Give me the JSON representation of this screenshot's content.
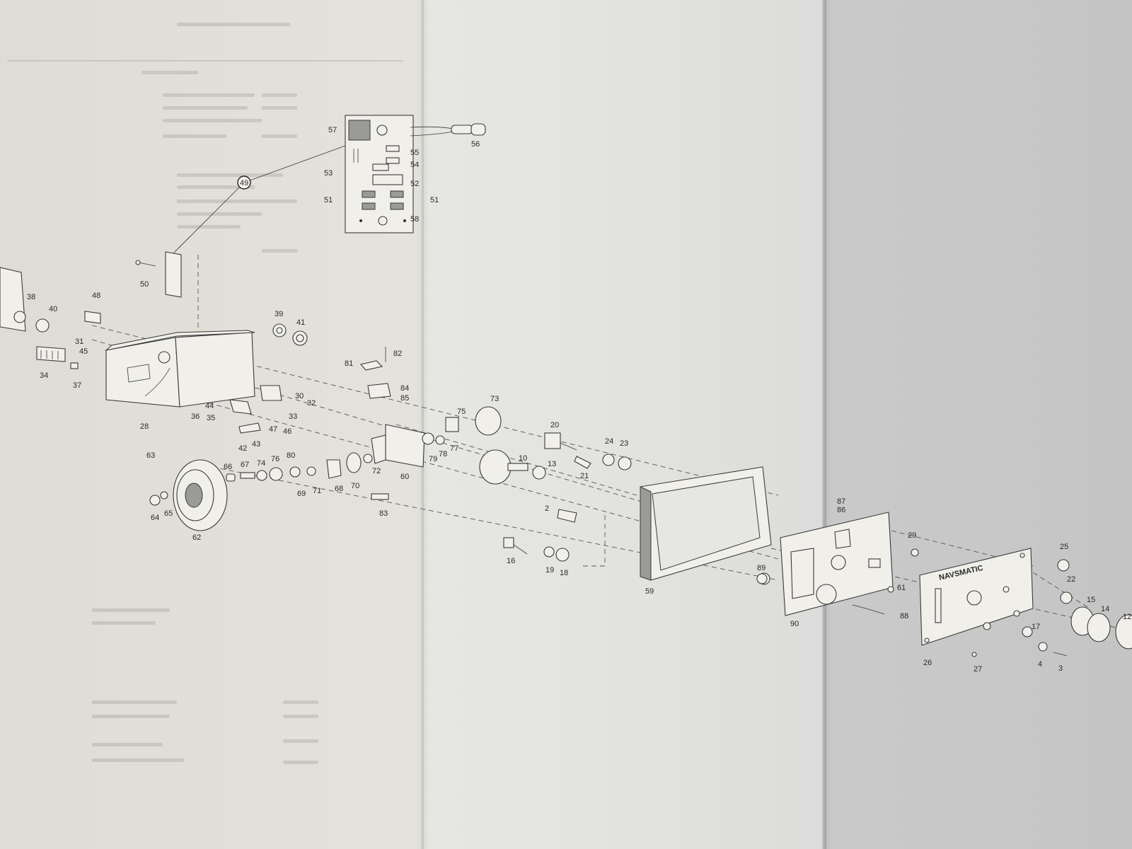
{
  "panel": {
    "brand": "NAVSMATIC"
  },
  "callouts": [
    {
      "id": "c57",
      "text": "57"
    },
    {
      "id": "c56",
      "text": "56"
    },
    {
      "id": "c55",
      "text": "55"
    },
    {
      "id": "c54",
      "text": "54"
    },
    {
      "id": "c53",
      "text": "53"
    },
    {
      "id": "c52",
      "text": "52"
    },
    {
      "id": "c51a",
      "text": "51"
    },
    {
      "id": "c51b",
      "text": "51"
    },
    {
      "id": "c58",
      "text": "58"
    },
    {
      "id": "c49",
      "text": "49"
    },
    {
      "id": "c50",
      "text": "50"
    },
    {
      "id": "c38",
      "text": "38"
    },
    {
      "id": "c40",
      "text": "40"
    },
    {
      "id": "c48",
      "text": "48"
    },
    {
      "id": "c39",
      "text": "39"
    },
    {
      "id": "c41",
      "text": "41"
    },
    {
      "id": "c31",
      "text": "31"
    },
    {
      "id": "c45",
      "text": "45"
    },
    {
      "id": "c34",
      "text": "34"
    },
    {
      "id": "c37",
      "text": "37"
    },
    {
      "id": "c82",
      "text": "82"
    },
    {
      "id": "c81",
      "text": "81"
    },
    {
      "id": "c84",
      "text": "84"
    },
    {
      "id": "c85",
      "text": "85"
    },
    {
      "id": "c30",
      "text": "30"
    },
    {
      "id": "c32",
      "text": "32"
    },
    {
      "id": "c44",
      "text": "44"
    },
    {
      "id": "c36",
      "text": "36"
    },
    {
      "id": "c35",
      "text": "35"
    },
    {
      "id": "c33",
      "text": "33"
    },
    {
      "id": "c28",
      "text": "28"
    },
    {
      "id": "c47",
      "text": "47"
    },
    {
      "id": "c46",
      "text": "46"
    },
    {
      "id": "c42",
      "text": "42"
    },
    {
      "id": "c43",
      "text": "43"
    },
    {
      "id": "c73",
      "text": "73"
    },
    {
      "id": "c75",
      "text": "75"
    },
    {
      "id": "c63",
      "text": "63"
    },
    {
      "id": "c66",
      "text": "66"
    },
    {
      "id": "c67",
      "text": "67"
    },
    {
      "id": "c74",
      "text": "74"
    },
    {
      "id": "c76",
      "text": "76"
    },
    {
      "id": "c80",
      "text": "80"
    },
    {
      "id": "c79",
      "text": "79"
    },
    {
      "id": "c78",
      "text": "78"
    },
    {
      "id": "c77",
      "text": "77"
    },
    {
      "id": "c60",
      "text": "60"
    },
    {
      "id": "c72",
      "text": "72"
    },
    {
      "id": "c69",
      "text": "69"
    },
    {
      "id": "c71",
      "text": "71"
    },
    {
      "id": "c68",
      "text": "68"
    },
    {
      "id": "c70",
      "text": "70"
    },
    {
      "id": "c64",
      "text": "64"
    },
    {
      "id": "c65",
      "text": "65"
    },
    {
      "id": "c62",
      "text": "62"
    },
    {
      "id": "c83",
      "text": "83"
    },
    {
      "id": "c20",
      "text": "20"
    },
    {
      "id": "c10",
      "text": "10"
    },
    {
      "id": "c13",
      "text": "13"
    },
    {
      "id": "c24",
      "text": "24"
    },
    {
      "id": "c23",
      "text": "23"
    },
    {
      "id": "c21",
      "text": "21"
    },
    {
      "id": "c2",
      "text": "2"
    },
    {
      "id": "c16",
      "text": "16"
    },
    {
      "id": "c19",
      "text": "19"
    },
    {
      "id": "c18",
      "text": "18"
    },
    {
      "id": "c59",
      "text": "59"
    },
    {
      "id": "c87",
      "text": "87"
    },
    {
      "id": "c86",
      "text": "86"
    },
    {
      "id": "c29",
      "text": "29"
    },
    {
      "id": "c89",
      "text": "89"
    },
    {
      "id": "c61",
      "text": "61"
    },
    {
      "id": "c88",
      "text": "88"
    },
    {
      "id": "c90",
      "text": "90"
    },
    {
      "id": "c25",
      "text": "25"
    },
    {
      "id": "c22",
      "text": "22"
    },
    {
      "id": "c15",
      "text": "15"
    },
    {
      "id": "c14",
      "text": "14"
    },
    {
      "id": "c12",
      "text": "12"
    },
    {
      "id": "c17",
      "text": "17"
    },
    {
      "id": "c26",
      "text": "26"
    },
    {
      "id": "c27",
      "text": "27"
    },
    {
      "id": "c4",
      "text": "4"
    },
    {
      "id": "c3",
      "text": "3"
    }
  ]
}
